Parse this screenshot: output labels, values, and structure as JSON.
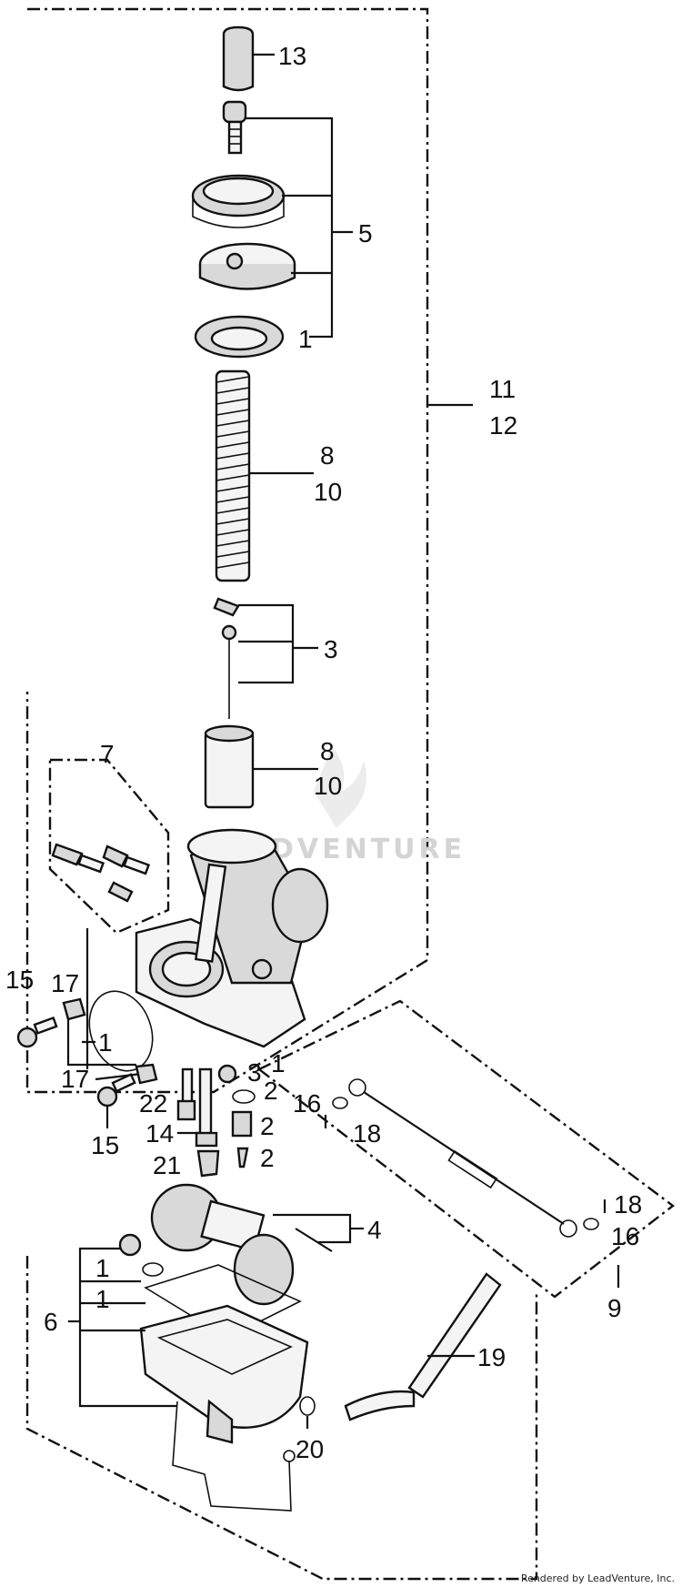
{
  "callouts": {
    "c13": "13",
    "c5": "5",
    "c1_cap": "1",
    "c11": "11",
    "c12": "12",
    "c8_spring": "8",
    "c10_spring": "10",
    "c3_needle": "3",
    "c7": "7",
    "c8_throttle": "8",
    "c10_throttle": "10",
    "c17_top": "17",
    "c15_top": "15",
    "c1_left": "1",
    "c17_bottom": "17",
    "c15_bottom": "15",
    "c22": "22",
    "c14": "14",
    "c21": "21",
    "c3_jet": "3",
    "c1_jet": "1",
    "c2_a": "2",
    "c2_b": "2",
    "c2_c": "2",
    "c16_left": "16",
    "c18_left": "18",
    "c18_right": "18",
    "c16_right": "16",
    "c9": "9",
    "c4": "4",
    "c1_bowl_a": "1",
    "c1_bowl_b": "1",
    "c6": "6",
    "c19": "19",
    "c20": "20"
  },
  "watermark": "DVENTURE",
  "credit": "Rendered by LeadVenture, Inc.",
  "icons": [
    "watermark-logo-icon"
  ]
}
